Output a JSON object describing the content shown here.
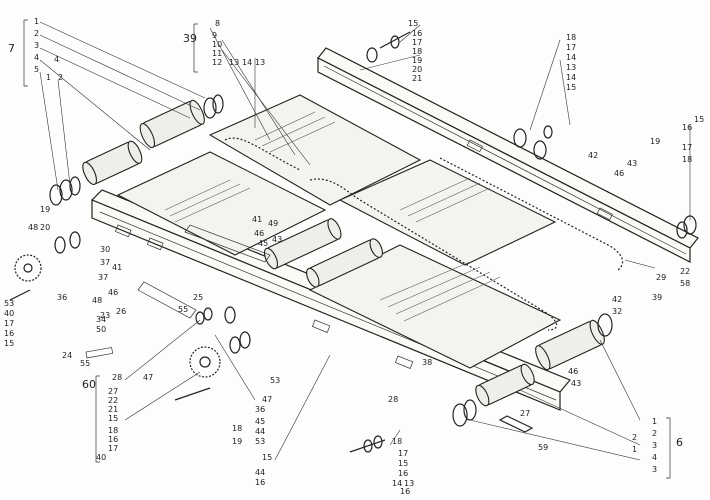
{
  "labels": {
    "top_left": [
      "7",
      "1",
      "2",
      "3",
      "4",
      "5",
      "4",
      "1",
      "2"
    ],
    "top_mid": [
      "39",
      "8",
      "9",
      "10",
      "11",
      "12",
      "13",
      "14",
      "13"
    ],
    "top_bolt": [
      "15",
      "16",
      "17",
      "18",
      "19",
      "20",
      "21"
    ],
    "right_top": [
      "18",
      "17",
      "14",
      "13",
      "14",
      "15"
    ],
    "mid_right": [
      "42",
      "43",
      "46",
      "19",
      "16",
      "15",
      "17",
      "18"
    ],
    "left_mid": [
      "19",
      "48",
      "20",
      "36",
      "46",
      "41",
      "49",
      "45",
      "43",
      "30",
      "37",
      "37",
      "41",
      "46",
      "48",
      "25",
      "26",
      "23",
      "34",
      "50",
      "55"
    ],
    "left_low": [
      "53",
      "40",
      "17",
      "16",
      "15",
      "24",
      "55"
    ],
    "bottom_left_group": [
      "60",
      "28",
      "47",
      "27",
      "22",
      "21",
      "15",
      "18",
      "16",
      "17",
      "40"
    ],
    "bottom_mid": [
      "53",
      "36",
      "47",
      "45",
      "44",
      "53",
      "18",
      "19",
      "15",
      "44",
      "16"
    ],
    "bottom_right": [
      "38",
      "28",
      "27",
      "59",
      "18",
      "17",
      "15",
      "16",
      "13",
      "14",
      "16"
    ],
    "right_low": [
      "46",
      "43",
      "1",
      "2",
      "3",
      "6",
      "4",
      "3",
      "2",
      "1"
    ],
    "right_side": [
      "39",
      "22",
      "58",
      "42",
      "32",
      "29"
    ]
  },
  "marker": "60"
}
